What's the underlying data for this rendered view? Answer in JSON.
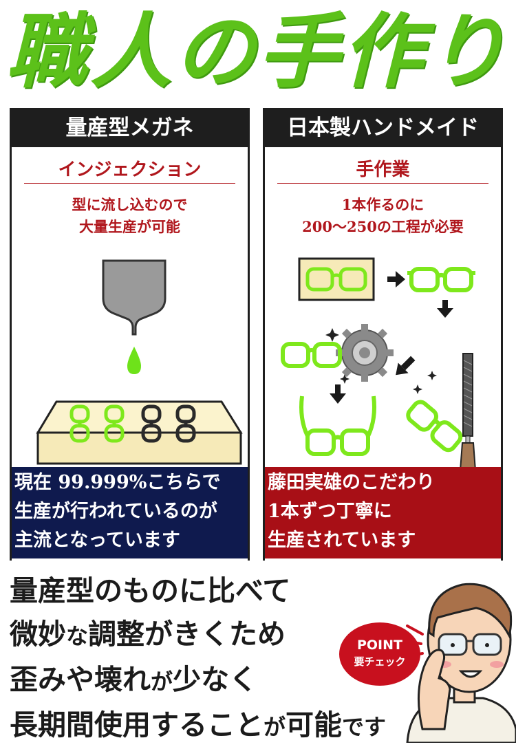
{
  "title": "職人の手作り",
  "left_panel": {
    "header": "量産型メガネ",
    "subtitle": "インジェクション",
    "description": "型に流し込むので\n大量生産が可能",
    "footer": "現在 99.999%こちらで\n生産が行われているのが\n主流となっています"
  },
  "right_panel": {
    "header": "日本製ハンドメイド",
    "subtitle": "手作業",
    "description": "1本作るのに\n200～250の工程が必要",
    "footer": "藤田実雄のこだわり\n1本ずつ丁寧に\n生産されています"
  },
  "bottom_text": {
    "line1": "量産型のものに比べて",
    "line2a": "微妙",
    "line2b": "な",
    "line2c": "調整",
    "line2d": "がきくため",
    "line3a": "歪みや壊れ",
    "line3b": "が",
    "line3c": "少なく",
    "line4a": "長期間使用すること",
    "line4b": "が",
    "line4c": "可能",
    "line4d": "です"
  },
  "badge": {
    "line1": "POINT",
    "line2": "要チェック"
  },
  "colors": {
    "title_green": "#5cc11a",
    "glasses_green": "#7ee81c",
    "navy": "#0f1a4e",
    "red": "#a80f16"
  }
}
